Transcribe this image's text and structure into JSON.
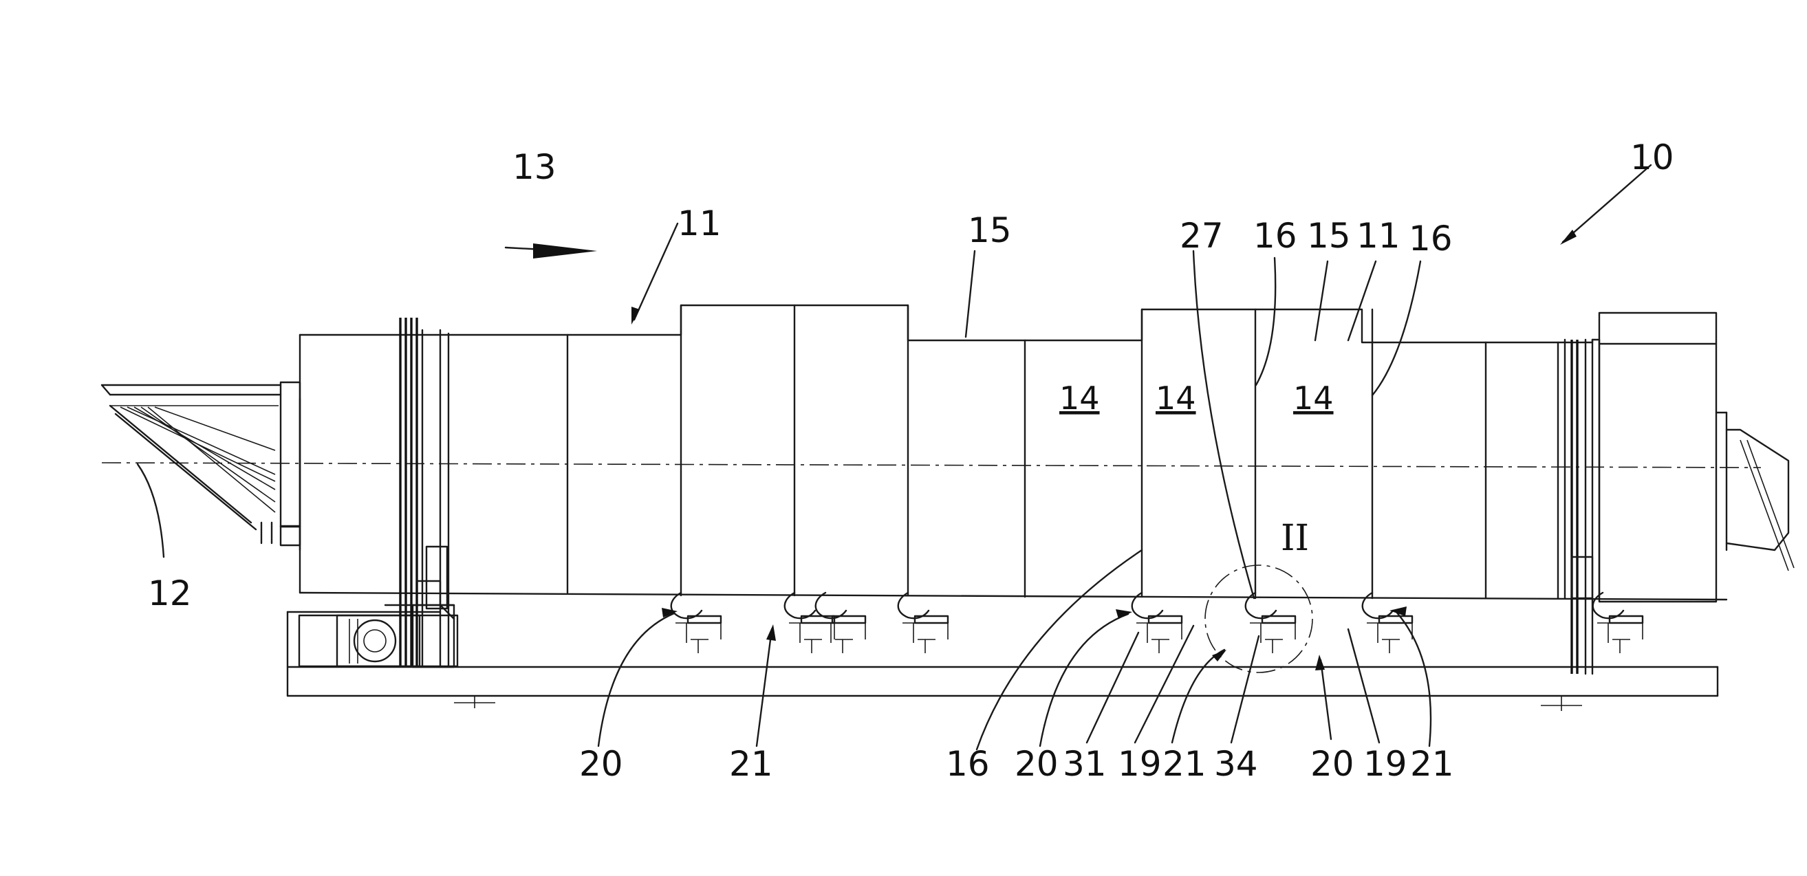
{
  "figure": {
    "reference_numerals": {
      "machine": "10",
      "segment_arrow_left": "11",
      "segment_top_right": "11",
      "axis": "12",
      "direction": "13",
      "drum_a": "14",
      "drum_b": "14",
      "drum_c": "14",
      "casing_top": "15",
      "casing_top_right": "15",
      "seam_a": "16",
      "seam_b": "16",
      "seam_bottom": "16",
      "detail_ref": "27",
      "detail_marker": "II",
      "bottom_labels": [
        "20",
        "21",
        "16",
        "20",
        "31",
        "19",
        "21",
        "34",
        "20",
        "19",
        "21"
      ]
    }
  }
}
